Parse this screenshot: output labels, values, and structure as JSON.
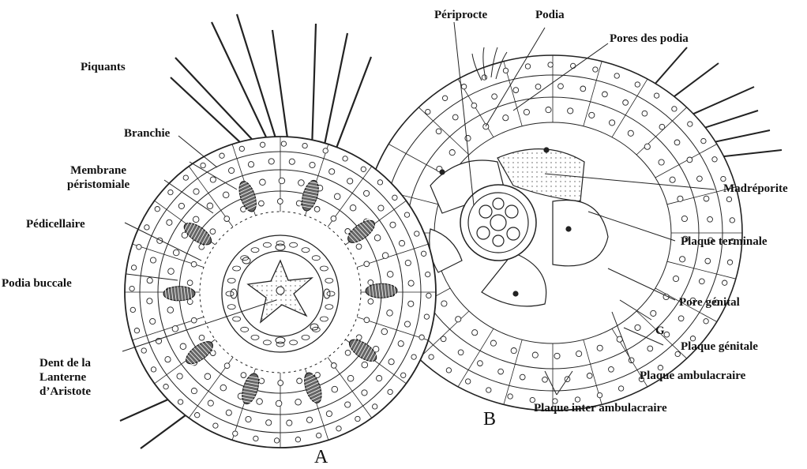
{
  "figure": {
    "panel_labels": {
      "a": "A",
      "b": "B"
    },
    "labels_a": {
      "piquants": "Piquants",
      "branchie": "Branchie",
      "membrane_1": "Membrane",
      "membrane_2": "péristomiale",
      "pedicellaire": "Pédicellaire",
      "podia_buccale": "Podia buccale",
      "dent_1": "Dent de la",
      "dent_2": "Lanterne",
      "dent_3": "d’Aristote"
    },
    "labels_b": {
      "periprocte": "Périprocte",
      "podia": "Podia",
      "pores_podia": "Pores des podia",
      "madreporite": "Madréporite",
      "plaque_terminale": "Plaque terminale",
      "pore_genital": "Pore génital",
      "g": "G",
      "plaque_genitale": "Plaque génitale",
      "plaque_ambulacraire": "Plaque ambulacraire",
      "plaque_inter": "Plaque inter ambulacraire"
    }
  },
  "colors": {
    "ink": "#222222",
    "background": "#ffffff"
  }
}
